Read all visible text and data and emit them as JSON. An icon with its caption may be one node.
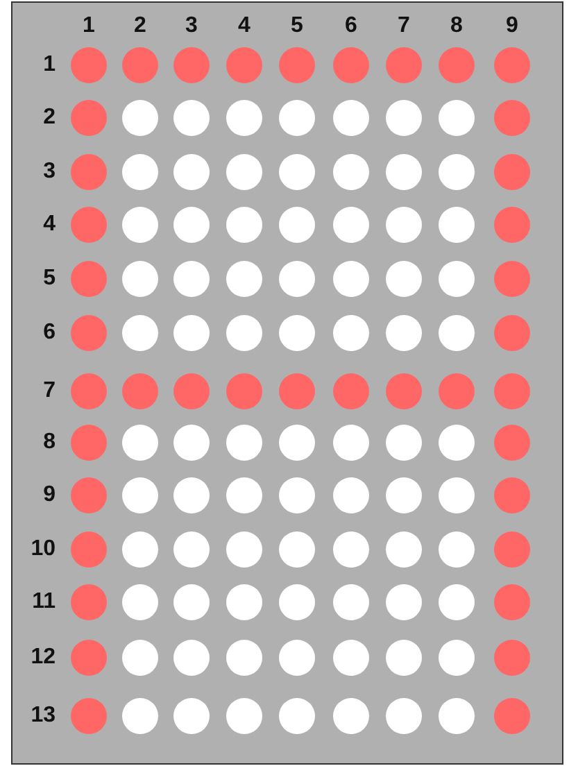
{
  "diagram": {
    "nodes": [
      {
        "text": [],
        "shape": "circle"
      },
      {
        "text": [],
        "shape": "circle"
      },
      {
        "text": [],
        "shape": "circle"
      },
      {
        "text": [],
        "shape": "circle"
      },
      {
        "text": [],
        "shape": "circle"
      },
      {
        "text": [],
        "shape": "circle"
      },
      {
        "text": [],
        "shape": "circle"
      },
      {
        "text": [],
        "shape": "circle"
      },
      {
        "text": [],
        "shape": "circle"
      },
      {
        "text": [],
        "shape": "circle"
      },
      {
        "text": [],
        "shape": "circle"
      },
      {
        "text": [],
        "shape": "circle"
      },
      {
        "text": [],
        "shape": "circle"
      },
      {
        "text": [],
        "shape": "circle"
      },
      {
        "text": [],
        "shape": "circle"
      },
      {
        "text": [],
        "shape": "circle"
      },
      {
        "text": [],
        "shape": "circle"
      },
      {
        "text": [],
        "shape": "circle"
      },
      {
        "text": [],
        "shape": "circle"
      },
      {
        "text": [],
        "shape": "circle"
      },
      {
        "text": [],
        "shape": "circle"
      },
      {
        "text": [],
        "shape": "circle"
      },
      {
        "text": [],
        "shape": "circle"
      },
      {
        "text": [],
        "shape": "circle"
      },
      {
        "text": [],
        "shape": "circle"
      },
      {
        "text": [],
        "shape": "circle"
      },
      {
        "text": [],
        "shape": "circle"
      },
      {
        "text": [],
        "shape": "circle"
      },
      {
        "text": [],
        "shape": "circle"
      },
      {
        "text": [],
        "shape": "circle"
      },
      {
        "text": [],
        "shape": "circle"
      },
      {
        "text": [],
        "shape": "circle"
      },
      {
        "text": [],
        "shape": "circle"
      },
      {
        "text": [],
        "shape": "circle"
      },
      {
        "text": [],
        "shape": "circle"
      },
      {
        "text": [],
        "shape": "circle"
      },
      {
        "text": [],
        "shape": "circle"
      },
      {
        "text": [],
        "shape": "circle"
      },
      {
        "text": [],
        "shape": "circle"
      },
      {
        "text": [],
        "shape": "circle"
      },
      {
        "text": [],
        "shape": "circle"
      },
      {
        "text": [],
        "shape": "circle"
      },
      {
        "text": [],
        "shape": "circle"
      },
      {
        "text": [],
        "shape": "circle"
      },
      {
        "text": [],
        "shape": "circle"
      },
      {
        "text": [],
        "shape": "circle"
      },
      {
        "text": [],
        "shape": "circle"
      },
      {
        "text": [],
        "shape": "circle"
      },
      {
        "text": [],
        "shape": "circle"
      },
      {
        "text": [],
        "shape": "circle"
      },
      {
        "text": [],
        "shape": "circle"
      },
      {
        "text": [],
        "shape": "circle"
      },
      {
        "text": [],
        "shape": "circle"
      },
      {
        "text": [],
        "shape": "circle"
      },
      {
        "text": [],
        "shape": "circle"
      },
      {
        "text": [],
        "shape": "circle"
      },
      {
        "text": [],
        "shape": "circle"
      },
      {
        "text": [],
        "shape": "circle"
      },
      {
        "text": [],
        "shape": "circle"
      },
      {
        "text": [],
        "shape": "circle"
      },
      {
        "text": [],
        "shape": "circle"
      },
      {
        "text": [],
        "shape": "circle"
      },
      {
        "text": [],
        "shape": "circle"
      },
      {
        "text": [],
        "shape": "circle"
      },
      {
        "text": [],
        "shape": "circle"
      },
      {
        "text": [],
        "shape": "circle"
      },
      {
        "text": [],
        "shape": "circle"
      },
      {
        "text": [],
        "shape": "circle"
      },
      {
        "text": [],
        "shape": "circle"
      },
      {
        "text": [],
        "shape": "circle"
      },
      {
        "text": [],
        "shape": "circle"
      },
      {
        "text": [],
        "shape": "circle"
      },
      {
        "text": [],
        "shape": "circle"
      },
      {
        "text": [],
        "shape": "circle"
      },
      {
        "text": [],
        "shape": "circle"
      },
      {
        "text": [],
        "shape": "circle"
      },
      {
        "text": [],
        "shape": "circle"
      },
      {
        "text": [],
        "shape": "circle"
      },
      {
        "text": [],
        "shape": "circle"
      },
      {
        "text": [],
        "shape": "circle"
      },
      {
        "text": [],
        "shape": "circle"
      },
      {
        "text": [],
        "shape": "circle"
      },
      {
        "text": [],
        "shape": "circle"
      },
      {
        "text": [],
        "shape": "circle"
      },
      {
        "text": [],
        "shape": "circle"
      },
      {
        "text": [],
        "shape": "circle"
      },
      {
        "text": [],
        "shape": "circle"
      },
      {
        "text": [],
        "shape": "circle"
      },
      {
        "text": [],
        "shape": "circle"
      },
      {
        "text": [],
        "shape": "circle"
      },
      {
        "text": [],
        "shape": "circle"
      },
      {
        "text": [],
        "shape": "circle"
      },
      {
        "text": [],
        "shape": "circle"
      },
      {
        "text": [],
        "shape": "circle"
      },
      {
        "text": [],
        "shape": "circle"
      },
      {
        "text": [],
        "shape": "circle"
      },
      {
        "text": [],
        "shape": "circle"
      },
      {
        "text": [],
        "shape": "circle"
      },
      {
        "text": [],
        "shape": "circle"
      },
      {
        "text": [],
        "shape": "circle"
      },
      {
        "text": [],
        "shape": "circle"
      },
      {
        "text": [],
        "shape": "circle"
      },
      {
        "text": [],
        "shape": "circle"
      },
      {
        "text": [],
        "shape": "circle"
      },
      {
        "text": [],
        "shape": "circle"
      },
      {
        "text": [],
        "shape": "circle"
      },
      {
        "text": [],
        "shape": "circle"
      },
      {
        "text": [],
        "shape": "circle"
      },
      {
        "text": [],
        "shape": "circle"
      },
      {
        "text": [],
        "shape": "circle"
      },
      {
        "text": [],
        "shape": "circle"
      },
      {
        "text": [],
        "shape": "circle"
      },
      {
        "text": [],
        "shape": "circle"
      },
      {
        "text": [],
        "shape": "circle"
      },
      {
        "text": [],
        "shape": "circle"
      },
      {
        "text": [],
        "shape": "circle"
      },
      {
        "text": [],
        "shape": "circle"
      }
    ],
    "labels": [
      "1",
      "2",
      "3",
      "4",
      "5",
      "6",
      "7",
      "8",
      "9",
      "1",
      "2",
      "3",
      "4",
      "5",
      "6",
      "7",
      "8",
      "9",
      "10",
      "11",
      "12",
      "13"
    ]
  }
}
